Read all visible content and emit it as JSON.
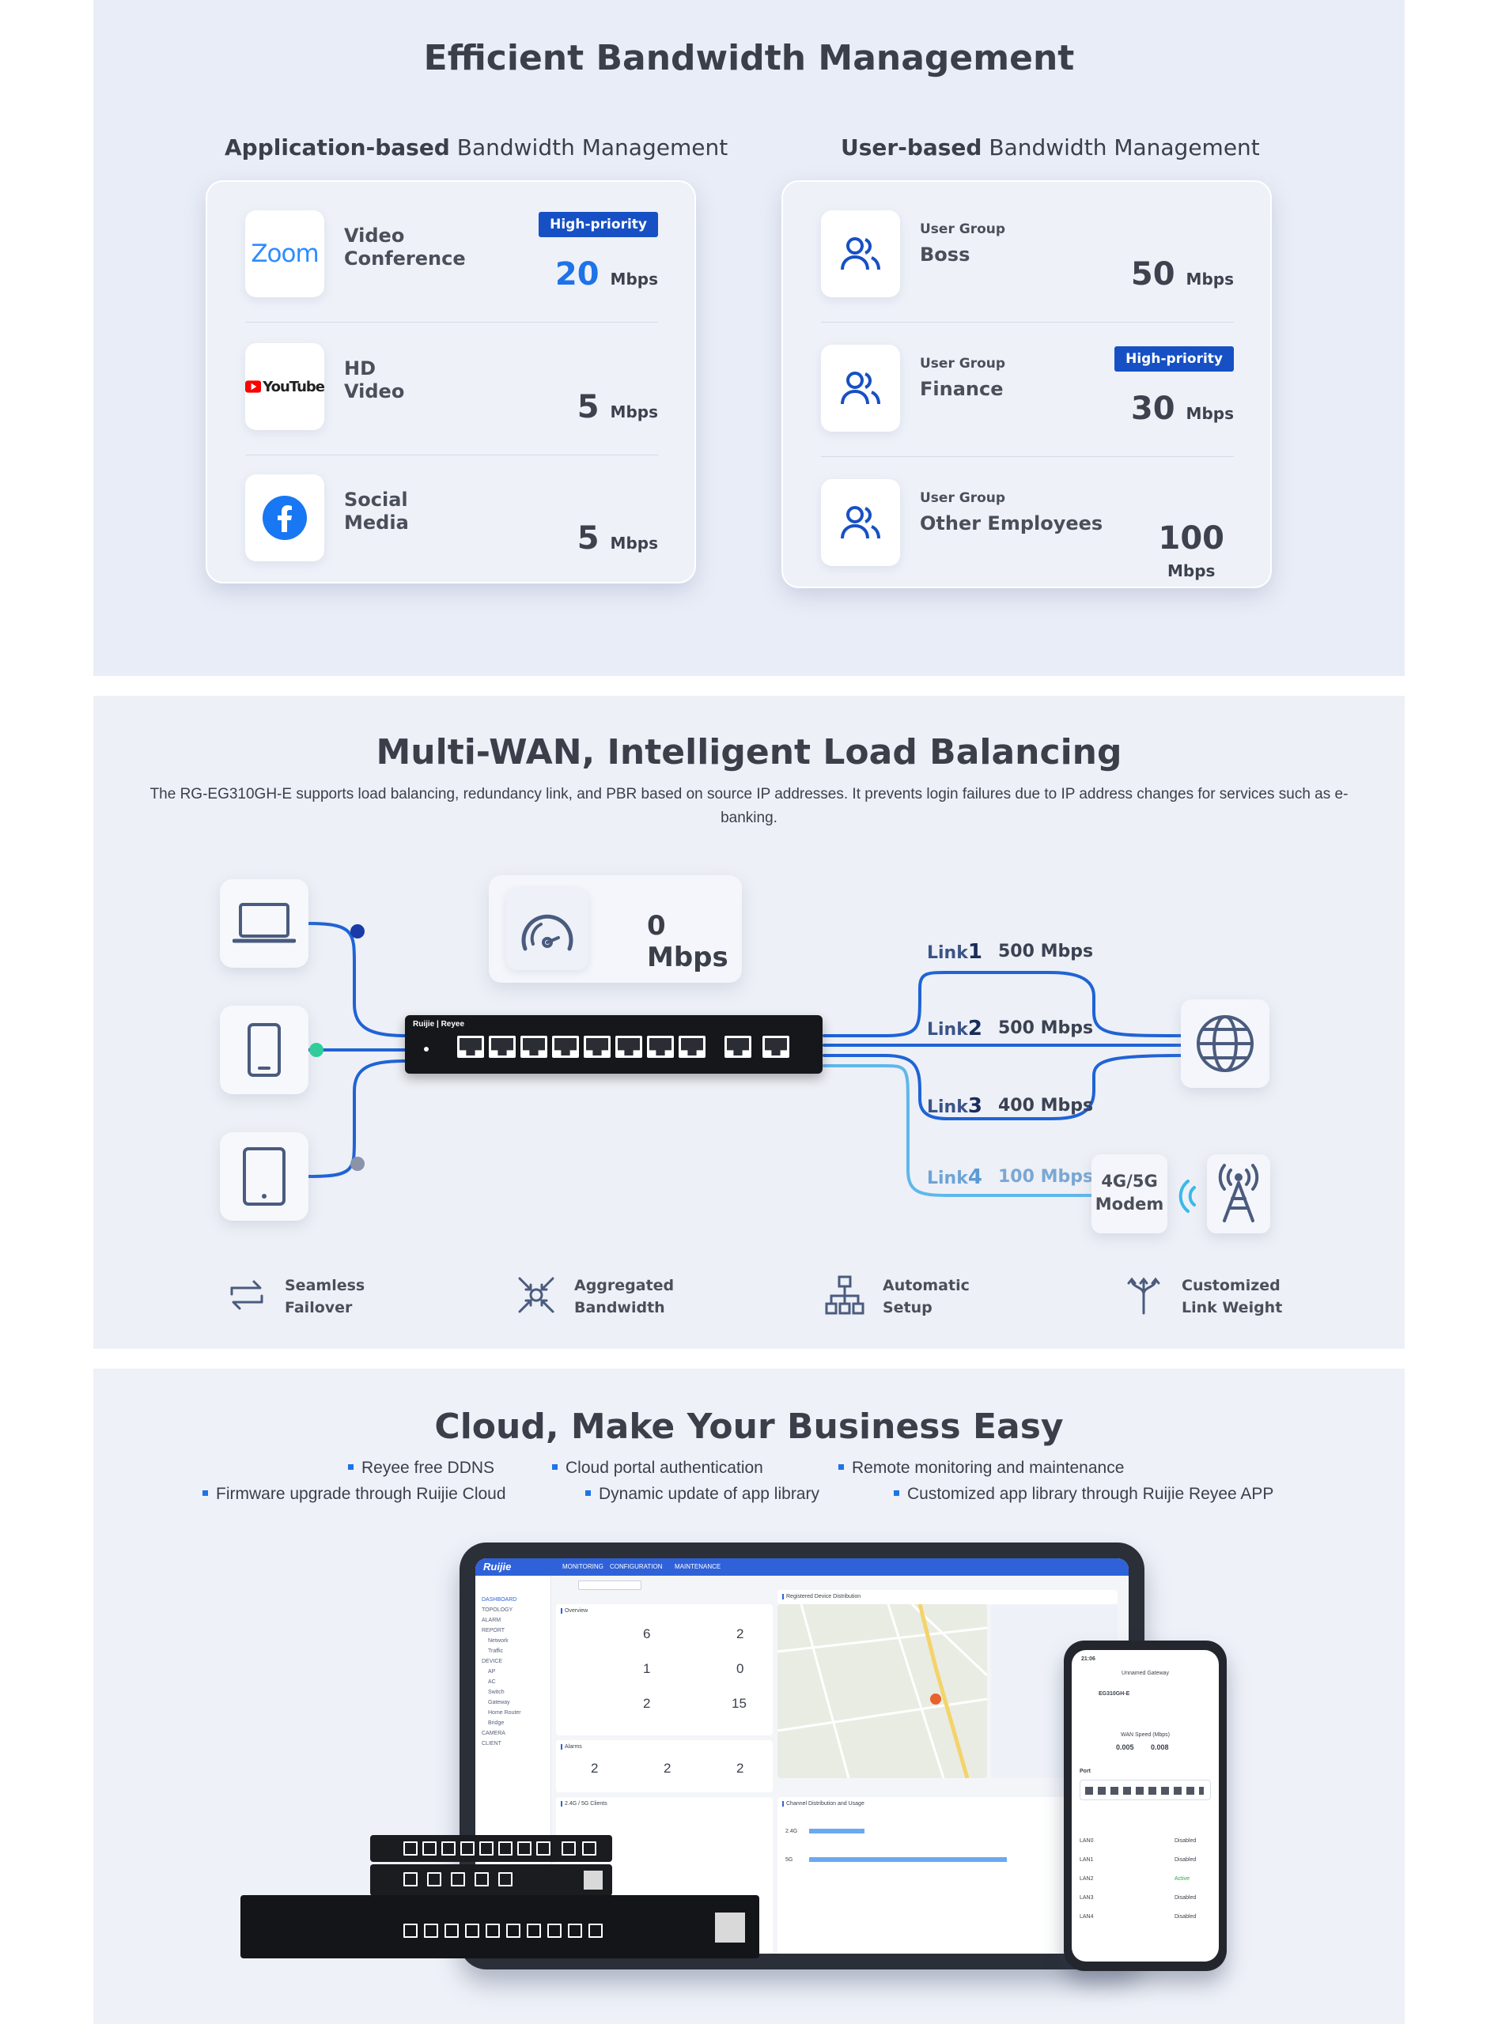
{
  "section1": {
    "title": "Efficient Bandwidth Management",
    "app": {
      "title_bold": "Application-based",
      "title_rest": " Bandwidth Management",
      "rows": [
        {
          "logo": "Zoom",
          "line1": "Video",
          "line2": "Conference",
          "badge": "High-priority",
          "value": "20",
          "unit": "Mbps"
        },
        {
          "logo": "YouTube",
          "line1": "HD",
          "line2": "Video",
          "value": "5",
          "unit": "Mbps"
        },
        {
          "logo": "facebook-icon",
          "line1": "Social",
          "line2": "Media",
          "value": "5",
          "unit": "Mbps"
        }
      ]
    },
    "user": {
      "title_bold": "User-based",
      "title_rest": " Bandwidth Management",
      "rows": [
        {
          "group_label": "User Group",
          "name": "Boss",
          "value": "50",
          "unit": "Mbps"
        },
        {
          "group_label": "User Group",
          "name": "Finance",
          "badge": "High-priority",
          "value": "30",
          "unit": "Mbps"
        },
        {
          "group_label": "User Group",
          "name": "Other Employees",
          "value": "100",
          "unit": "Mbps"
        }
      ]
    }
  },
  "section2": {
    "title": "Multi-WAN, Intelligent Load Balancing",
    "description": "The RG-EG310GH-E supports load balancing, redundancy link, and PBR based on source IP addresses. It prevents login failures due to IP address changes for services such as e-banking.",
    "speed": "0 Mbps",
    "router_brand": "Ruijie | Reyee",
    "links": [
      {
        "label": "Link",
        "num": "1",
        "speed": "500 Mbps"
      },
      {
        "label": "Link",
        "num": "2",
        "speed": "500 Mbps"
      },
      {
        "label": "Link",
        "num": "3",
        "speed": "400 Mbps"
      },
      {
        "label": "Link",
        "num": "4",
        "speed": "100 Mbps"
      }
    ],
    "modem_line1": "4G/5G",
    "modem_line2": "Modem",
    "features": [
      {
        "line1": "Seamless",
        "line2": "Failover"
      },
      {
        "line1": "Aggregated",
        "line2": "Bandwidth"
      },
      {
        "line1": "Automatic",
        "line2": "Setup"
      },
      {
        "line1": "Customized",
        "line2": "Link Weight"
      }
    ],
    "colors": {
      "line_dark": "#1f63d6",
      "line_light": "#5fb7ea",
      "accent_green": "#2ecf9a"
    }
  },
  "section3": {
    "title": "Cloud, Make Your Business Easy",
    "bullets_row1": [
      "Reyee free DDNS",
      "Cloud portal authentication",
      "Remote monitoring and maintenance"
    ],
    "bullets_row2": [
      "Firmware upgrade through Ruijie Cloud",
      "Dynamic update of app library",
      "Customized app library through Ruijie Reyee APP"
    ],
    "dashboard": {
      "brand": "Ruijie",
      "nav": [
        "MONITORING",
        "CONFIGURATION",
        "MAINTENANCE"
      ],
      "sidebar": [
        "DASHBOARD",
        "TOPOLOGY",
        "ALARM",
        "REPORT",
        "Network",
        "Traffic",
        "DEVICE",
        "AP",
        "AC",
        "Switch",
        "Gateway",
        "Home Router",
        "Bridge",
        "CAMERA",
        "CLIENT"
      ],
      "overview_title": "Overview",
      "overview_values": [
        "6",
        "2",
        "1",
        "0",
        "2",
        "15"
      ],
      "map_title": "Registered Device Distribution",
      "alarms_title": "Alarms",
      "alarm_values": [
        "2",
        "2",
        "2"
      ],
      "clients_title": "2.4G / 5G Clients",
      "channel_title": "Channel Distribution and Usage",
      "channel_rows": [
        "2.4G",
        "5G"
      ]
    },
    "phone": {
      "time": "21:06",
      "header": "Unnamed Gateway",
      "model": "EG310GH-E",
      "speed_title": "WAN Speed (Mbps)",
      "speed_up": "0.005",
      "speed_down": "0.008",
      "port_label": "Port",
      "list": [
        {
          "name": "LAN0",
          "status": "Disabled"
        },
        {
          "name": "LAN1",
          "status": "Disabled"
        },
        {
          "name": "LAN2",
          "status": "Active"
        },
        {
          "name": "LAN3",
          "status": "Disabled"
        },
        {
          "name": "LAN4",
          "status": "Disabled"
        }
      ]
    }
  }
}
